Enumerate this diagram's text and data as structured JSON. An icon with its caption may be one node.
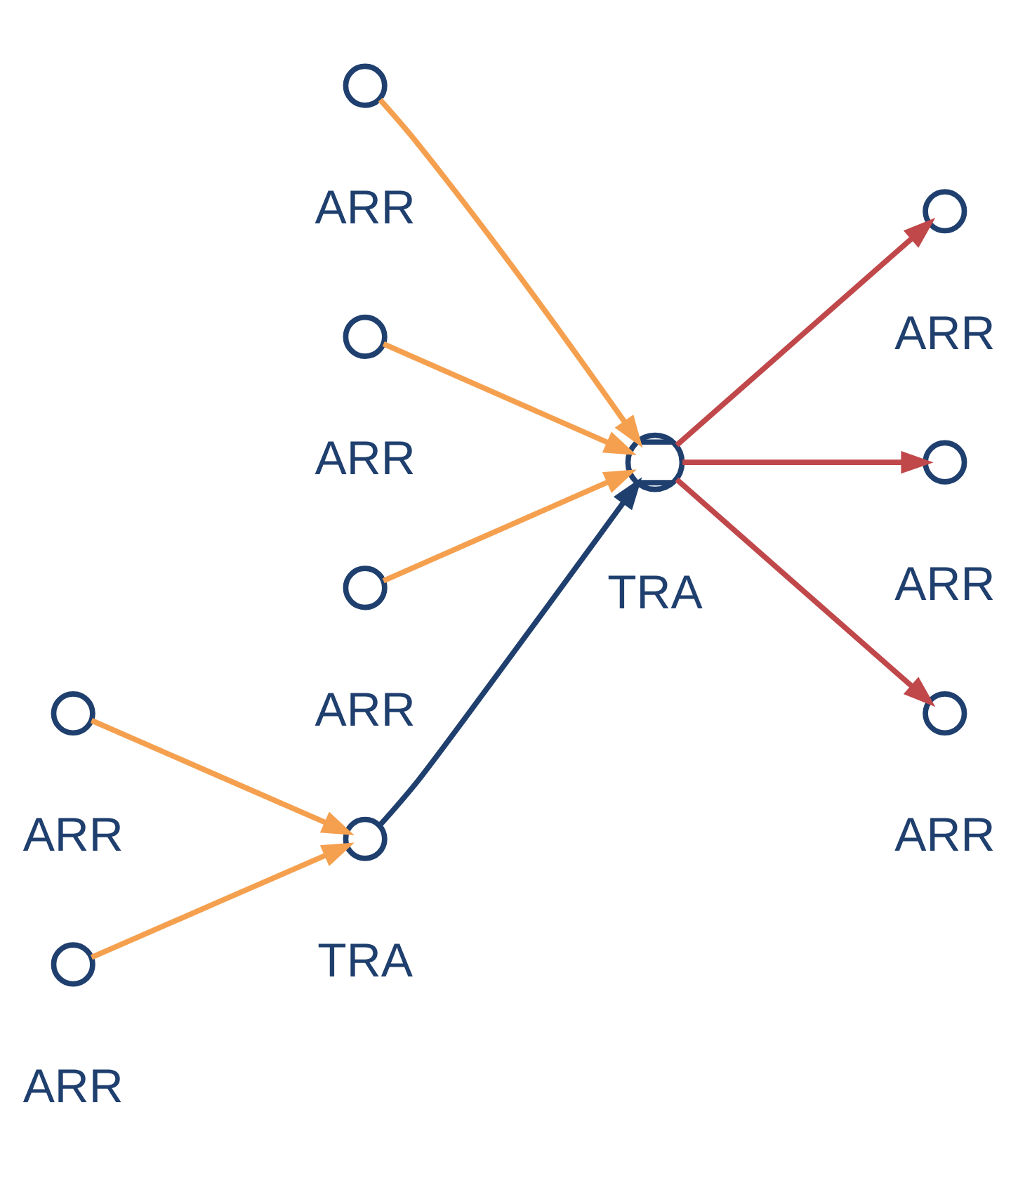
{
  "diagram": {
    "nodes": [
      {
        "text": [],
        "shape": "circle",
        "beside": [
          "ARR"
        ]
      },
      {
        "text": [],
        "shape": "circle",
        "beside": [
          "ARR"
        ]
      },
      {
        "text": [],
        "shape": "circle",
        "beside": [
          "ARR"
        ]
      },
      {
        "text": [],
        "shape": "circle",
        "beside": [
          "ARR"
        ]
      },
      {
        "text": [],
        "shape": "circle",
        "beside": [
          "TRA"
        ]
      },
      {
        "text": [],
        "shape": "circle",
        "beside": [
          "ARR"
        ]
      },
      {
        "text": [],
        "shape": "circle",
        "beside": [
          "ARR"
        ]
      },
      {
        "text": [],
        "shape": "circle",
        "beside": [
          "TRA"
        ]
      },
      {
        "text": [],
        "shape": "circle",
        "beside": [
          "ARR"
        ]
      },
      {
        "text": [],
        "shape": "circle",
        "beside": [
          "ARR"
        ]
      }
    ],
    "edges": [
      {
        "from": 4,
        "to": 0,
        "arrow": "to",
        "color": "#c0484a"
      },
      {
        "from": 4,
        "to": 1,
        "arrow": "to",
        "color": "#c0484a"
      },
      {
        "from": 4,
        "to": 2,
        "arrow": "to",
        "color": "#c0484a"
      },
      {
        "from": 3,
        "to": 4,
        "arrow": "to",
        "color": "#f5a04f"
      },
      {
        "from": 5,
        "to": 4,
        "arrow": "to",
        "color": "#f5a04f"
      },
      {
        "from": 6,
        "to": 4,
        "arrow": "to",
        "color": "#f5a04f"
      },
      {
        "from": 7,
        "to": 4,
        "arrow": "to",
        "color": "#1f3f6e"
      },
      {
        "from": 8,
        "to": 7,
        "arrow": "to",
        "color": "#f5a04f"
      },
      {
        "from": 9,
        "to": 7,
        "arrow": "to",
        "color": "#f5a04f"
      }
    ]
  }
}
